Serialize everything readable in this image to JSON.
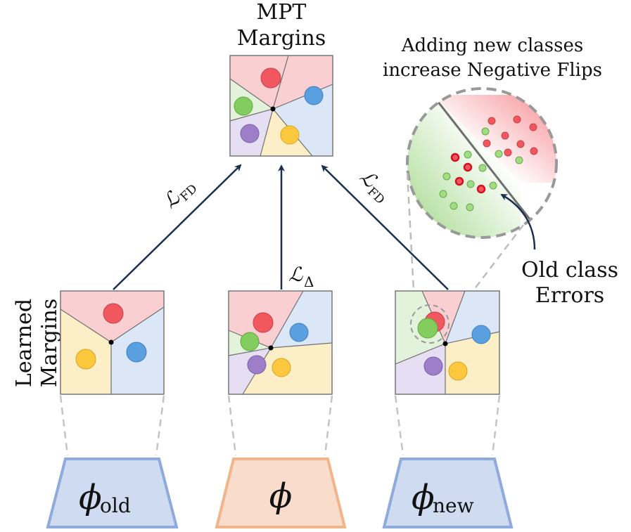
{
  "title": {
    "line1": "MPT",
    "line2": "Margins"
  },
  "callout": {
    "line1": "Adding new classes",
    "line2": "increase Negative Flips"
  },
  "errors_label": {
    "line1": "Old class",
    "line2": "Errors"
  },
  "side_label": {
    "line1": "Learned",
    "line2": "Margins"
  },
  "losses": {
    "left": {
      "symbol": "ℒ",
      "subscript": "FD"
    },
    "middle": {
      "symbol": "ℒ",
      "subscript": "Δ"
    },
    "right": {
      "symbol": "ℒ",
      "subscript": "FD"
    }
  },
  "models": {
    "old": {
      "symbol": "ϕ",
      "subscript": "old"
    },
    "shared": {
      "symbol": "ϕ",
      "subscript": ""
    },
    "new": {
      "symbol": "ϕ",
      "subscript": "new"
    }
  },
  "colors": {
    "red": "#f0575f",
    "blue": "#5a9fe0",
    "green": "#83cc5e",
    "purple": "#9d7fc9",
    "yellow": "#fcc83d",
    "region_red": "#f9cfd2",
    "region_blue": "#dbe7f6",
    "region_green": "#e3f2da",
    "region_purple": "#e6dff3",
    "region_yellow": "#fcefc8",
    "arrow": "#1b2f4e",
    "model_blue_fill": "#cfdbf0",
    "model_blue_edge": "#8faadc",
    "model_orange_fill": "#f9dccb",
    "model_orange_edge": "#f2b48a"
  }
}
